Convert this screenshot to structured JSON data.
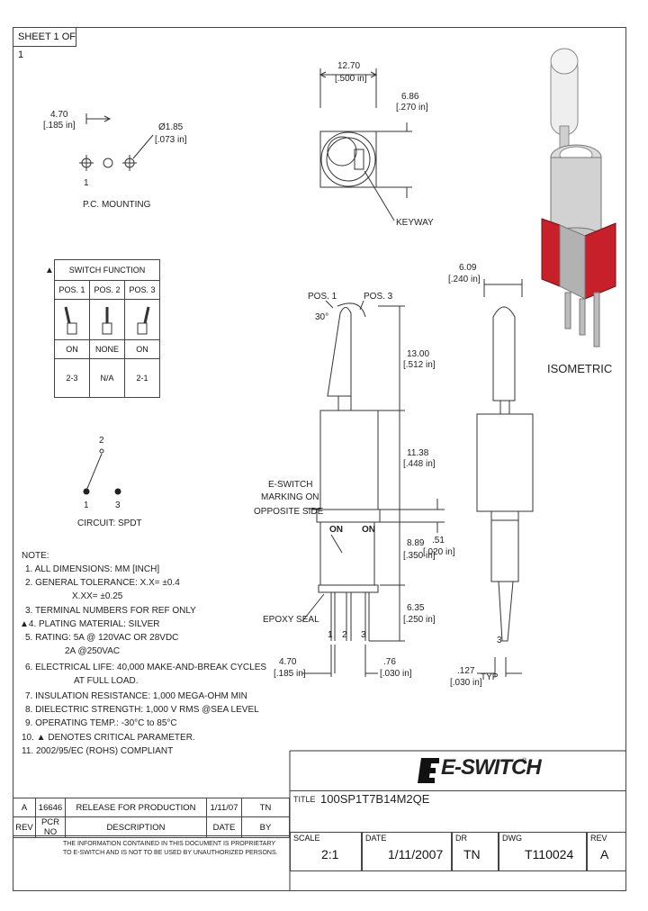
{
  "sheet": "SHEET 1 OF 1",
  "pc_mounting": {
    "dim_spacing": "4.70",
    "dim_spacing_in": "[.185 in]",
    "dim_hole": "Ø1.85",
    "dim_hole_in": "[.073 in]",
    "pin1": "1",
    "caption": "P.C. MOUNTING"
  },
  "top_view": {
    "dim_width": "12.70",
    "dim_width_in": "[.500 in]",
    "dim_depth": "6.86",
    "dim_depth_in": "[.270 in]",
    "keyway": "KEYWAY"
  },
  "switch_function": {
    "header": "SWITCH FUNCTION",
    "marker": "▲",
    "positions": [
      "POS. 1",
      "POS. 2",
      "POS. 3"
    ],
    "states": [
      "ON",
      "NONE",
      "ON"
    ],
    "circuits": [
      "2-3",
      "N/A",
      "2-1"
    ]
  },
  "circuit": {
    "terminal_top": "2",
    "terminal_left": "1",
    "terminal_right": "3",
    "caption": "CIRCUIT: SPDT"
  },
  "front_view": {
    "pos1": "POS. 1",
    "pos3": "POS. 3",
    "angle": "30°",
    "dim_lever": "13.00",
    "dim_lever_in": "[.512 in]",
    "dim_bushing": "11.38",
    "dim_bushing_in": "[.448 in]",
    "marking": [
      "E-SWITCH",
      "MARKING ON",
      "OPPOSITE SIDE"
    ],
    "on_left": "ON",
    "on_right": "ON",
    "dim_body": "8.89",
    "dim_body_in": "[.350 in]",
    "dim_pin": "6.35",
    "dim_pin_in": "[.250 in]",
    "epoxy": "EPOXY SEAL",
    "pins": [
      "1",
      "2",
      "3"
    ],
    "dim_pitch": "4.70",
    "dim_pitch_in": "[.185 in]",
    "dim_pinw": ".76",
    "dim_pinw_in": "[.030 in]"
  },
  "side_view": {
    "dim_dia": "6.09",
    "dim_dia_in": "[.240 in]",
    "dim_step": ".51",
    "dim_step_in": "[.020 in]",
    "dim_thk": ".127",
    "dim_thk_in": "[.030 in]",
    "typ": "TYP",
    "pin3": "3"
  },
  "isometric": "ISOMETRIC",
  "notes": {
    "title": "NOTE:",
    "lines": [
      "1. ALL DIMENSIONS: MM [INCH]",
      "2. GENERAL TOLERANCE: X.X= ±0.4",
      "X.XX= ±0.25",
      "3. TERMINAL NUMBERS FOR REF ONLY",
      "▲4. PLATING MATERIAL: SILVER",
      "5. RATING: 5A @ 120VAC OR 28VDC",
      "2A @250VAC",
      "6. ELECTRICAL LIFE: 40,000 MAKE-AND-BREAK CYCLES",
      "AT FULL LOAD.",
      "7. INSULATION RESISTANCE: 1,000 MEGA-OHM MIN",
      "8. DIELECTRIC STRENGTH: 1,000 V RMS @SEA LEVEL",
      "9. OPERATING TEMP.: -30°C to 85°C",
      "10. ▲ DENOTES CRITICAL PARAMETER.",
      "11. 2002/95/EC (ROHS) COMPLIANT"
    ]
  },
  "revision_table": {
    "row": [
      "A",
      "16646",
      "RELEASE FOR PRODUCTION",
      "1/11/07",
      "TN"
    ],
    "header": [
      "REV",
      "PCR NO",
      "DESCRIPTION",
      "DATE",
      "BY"
    ]
  },
  "confidential": [
    "THE INFORMATION CONTAINED IN THIS DOCUMENT IS PROPRIETARY",
    "TO E-SWITCH AND IS NOT TO BE USED BY UNAUTHORIZED PERSONS."
  ],
  "title_block": {
    "logo": "E-SWITCH",
    "logo_mark": "®",
    "title_label": "TITLE",
    "title": "100SP1T7B14M2QE",
    "scale_label": "SCALE",
    "scale": "2:1",
    "date_label": "DATE",
    "date": "1/11/2007",
    "dr_label": "DR",
    "dr": "TN",
    "dwg_label": "DWG",
    "dwg": "T110024",
    "rev_label": "REV",
    "rev": "A"
  },
  "colors": {
    "line": "#333333",
    "red": "#c8202a",
    "silver": "#d8d8d8"
  }
}
